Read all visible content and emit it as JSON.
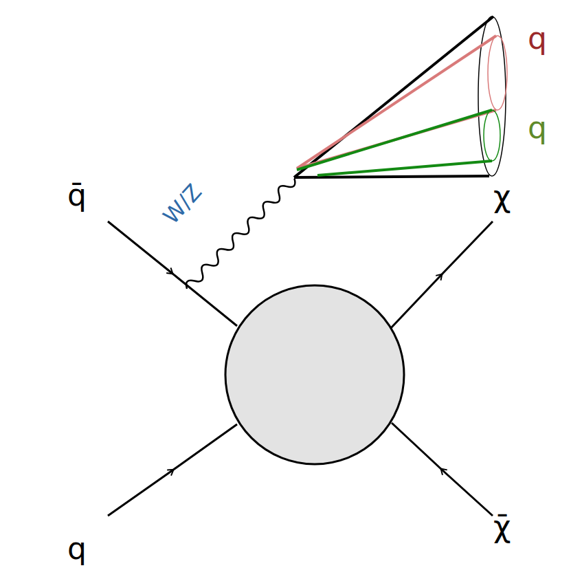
{
  "diagram": {
    "labels": [
      "q",
      "q",
      "q̄",
      "W/Z",
      "χ",
      "χ̄",
      "q"
    ]
  }
}
